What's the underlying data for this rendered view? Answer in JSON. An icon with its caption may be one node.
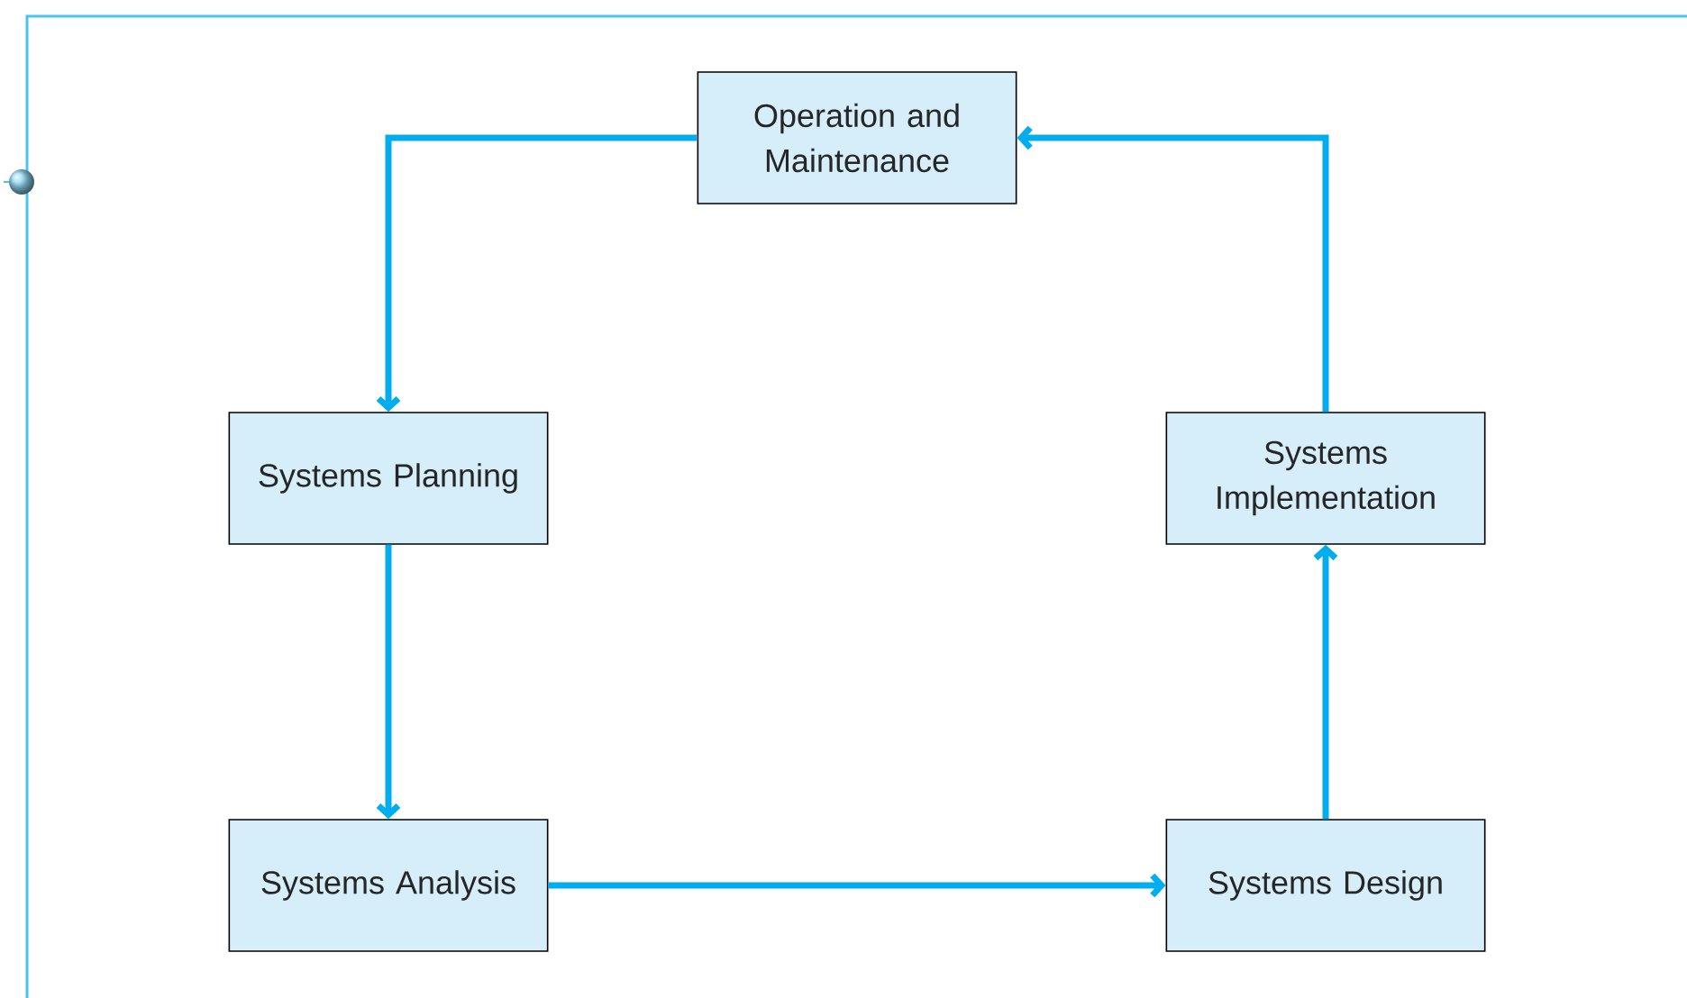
{
  "diagram": {
    "nodes": [
      {
        "text": [
          "Operation and Maintenance"
        ]
      },
      {
        "text": [
          "Systems Planning"
        ]
      },
      {
        "text": [
          "Systems Analysis"
        ]
      },
      {
        "text": [
          "Systems Design"
        ]
      },
      {
        "text": [
          "Systems Implementation"
        ]
      }
    ],
    "edges": [
      {
        "from": 0,
        "to": 1,
        "arrow": "to"
      },
      {
        "from": 1,
        "to": 2,
        "arrow": "to"
      },
      {
        "from": 2,
        "to": 3,
        "arrow": "to"
      },
      {
        "from": 3,
        "to": 4,
        "arrow": "to"
      },
      {
        "from": 4,
        "to": 0,
        "arrow": "to"
      }
    ]
  }
}
